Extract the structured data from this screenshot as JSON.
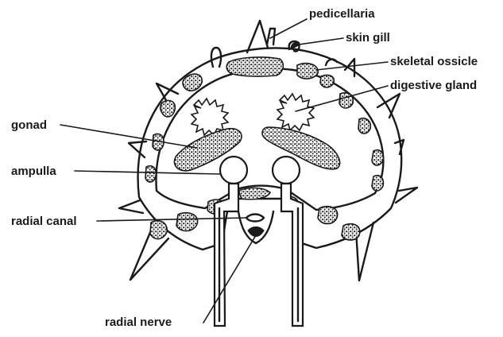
{
  "labels": {
    "pedicellaria": "pedicellaria",
    "skin_gill": "skin gill",
    "skeletal_ossicle": "skeletal ossicle",
    "digestive_gland": "digestive gland",
    "gonad": "gonad",
    "ampulla": "ampulla",
    "radial_canal": "radial canal",
    "radial_nerve": "radial nerve"
  },
  "colors": {
    "ink": "#1a1a1a",
    "background": "#ffffff"
  }
}
